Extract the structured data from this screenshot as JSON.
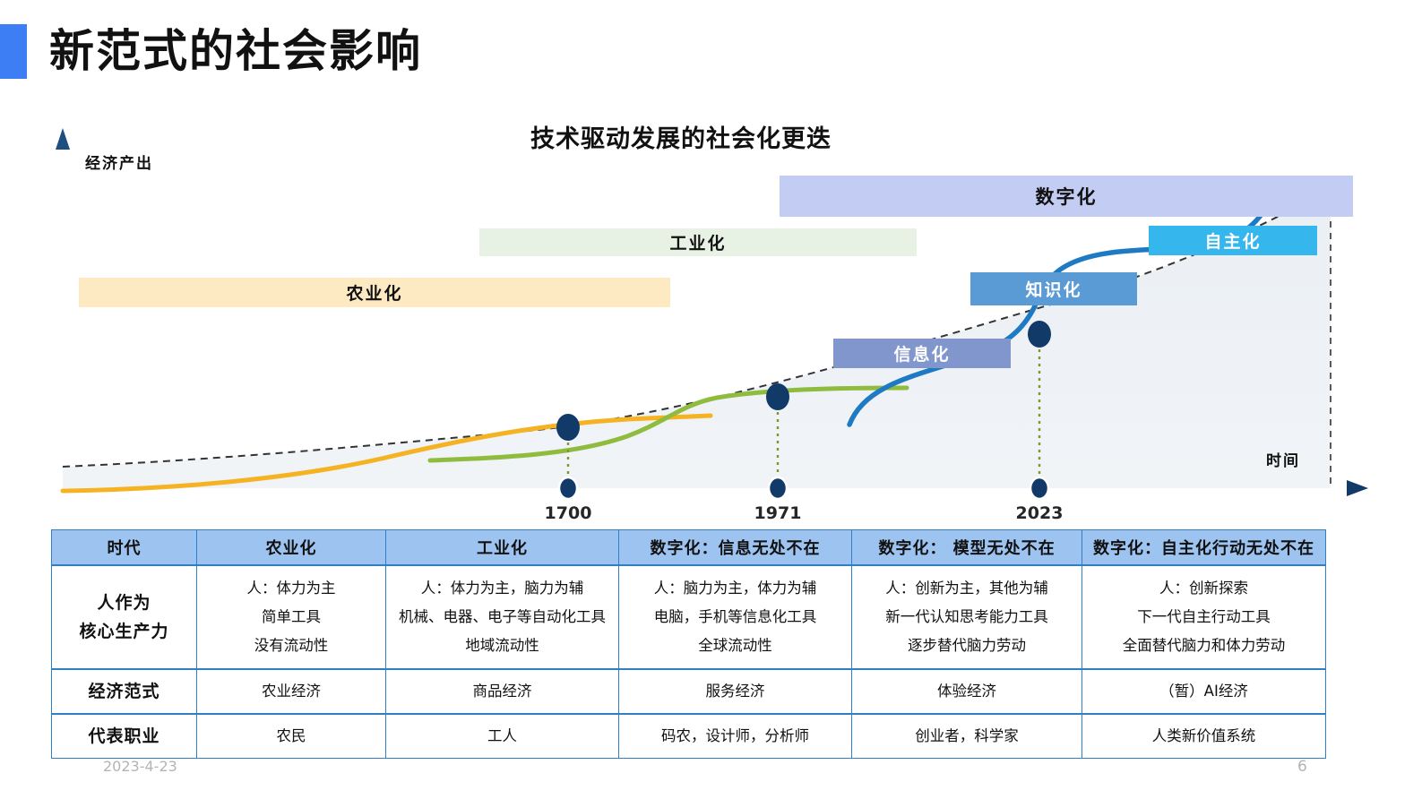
{
  "header": {
    "title": "新范式的社会影响",
    "accent_color": "#3d7ef5"
  },
  "chart_area": {
    "title": "技术驱动发展的社会化更迭",
    "y_axis_label": "经济产出",
    "x_axis_label": "时间",
    "bands": [
      {
        "key": "agri",
        "label": "农业化",
        "color": "#fdeac2",
        "text_color": "#111111"
      },
      {
        "key": "indu",
        "label": "工业化",
        "color": "#e8f2e4",
        "text_color": "#111111"
      },
      {
        "key": "digi",
        "label": "数字化",
        "color": "#c3cdf4",
        "text_color": "#111111"
      },
      {
        "key": "info",
        "label": "信息化",
        "color": "#8296ce",
        "text_color": "#ffffff"
      },
      {
        "key": "know",
        "label": "知识化",
        "color": "#5b9bd5",
        "text_color": "#ffffff"
      },
      {
        "key": "auto",
        "label": "自主化",
        "color": "#35b6ec",
        "text_color": "#ffffff"
      }
    ],
    "year_markers": [
      {
        "label": "1700",
        "x": 634
      },
      {
        "label": "1971",
        "x": 868
      },
      {
        "label": "2023",
        "x": 1160
      }
    ]
  },
  "chart_data": {
    "type": "line",
    "title": "技术驱动发展的社会化更迭",
    "xlabel": "时间",
    "ylabel": "经济产出",
    "grid": false,
    "legend": "none",
    "annotations": [
      "1700",
      "1971",
      "2023",
      "农业化",
      "工业化",
      "数字化",
      "信息化",
      "知识化",
      "自主化"
    ],
    "series": [
      {
        "name": "总体趋势 (虚线)",
        "style": "dashed",
        "color": "#333333",
        "x": [
          70,
          300,
          600,
          900,
          1200,
          1485
        ],
        "y": [
          521,
          510,
          480,
          424,
          332,
          210
        ]
      },
      {
        "name": "农业化 S曲线",
        "style": "solid",
        "color": "#f5b323",
        "x": [
          70,
          250,
          420,
          560,
          700,
          790
        ],
        "y": [
          548,
          540,
          520,
          490,
          470,
          465
        ]
      },
      {
        "name": "工业化 S曲线",
        "style": "solid",
        "color": "#8fbc3f",
        "x": [
          480,
          600,
          700,
          780,
          870,
          1010
        ],
        "y": [
          513,
          505,
          480,
          452,
          441,
          434
        ]
      },
      {
        "name": "数字化 S曲线",
        "style": "solid",
        "color": "#1f7ac4",
        "x": [
          948,
          1000,
          1060,
          1130,
          1200,
          1290,
          1380,
          1430
        ],
        "y": [
          473,
          432,
          410,
          382,
          330,
          285,
          250,
          208
        ]
      }
    ],
    "markers": [
      {
        "label": "1700",
        "x": 634,
        "y": 477
      },
      {
        "label": "1971",
        "x": 868,
        "y": 443
      },
      {
        "label": "2023",
        "x": 1160,
        "y": 373
      }
    ]
  },
  "table": {
    "headers": [
      "时代",
      "农业化",
      "工业化",
      "数字化：信息无处不在",
      "数字化： 模型无处不在",
      "数字化：自主化行动无处不在"
    ],
    "rows": [
      {
        "label": [
          "人作为",
          "核心生产力"
        ],
        "cells": [
          [
            "人：体力为主",
            "简单工具",
            "没有流动性"
          ],
          [
            "人：体力为主，脑力为辅",
            "机械、电器、电子等自动化工具",
            "地域流动性"
          ],
          [
            "人：脑力为主，体力为辅",
            "电脑，手机等信息化工具",
            "全球流动性"
          ],
          [
            "人：创新为主，其他为辅",
            "新一代认知思考能力工具",
            "逐步替代脑力劳动"
          ],
          [
            "人：创新探索",
            "下一代自主行动工具",
            "全面替代脑力和体力劳动"
          ]
        ]
      },
      {
        "label": [
          "经济范式"
        ],
        "cells": [
          [
            "农业经济"
          ],
          [
            "商品经济"
          ],
          [
            "服务经济"
          ],
          [
            "体验经济"
          ],
          [
            "（暂）AI经济"
          ]
        ]
      },
      {
        "label": [
          "代表职业"
        ],
        "cells": [
          [
            "农民"
          ],
          [
            "工人"
          ],
          [
            "码农，设计师，分析师"
          ],
          [
            "创业者，科学家"
          ],
          [
            "人类新价值系统"
          ]
        ]
      }
    ],
    "header_bg": "#9dc3f0",
    "border_color": "#2f7fc6"
  },
  "footer": {
    "date": "2023-4-23",
    "page_number": "6"
  }
}
